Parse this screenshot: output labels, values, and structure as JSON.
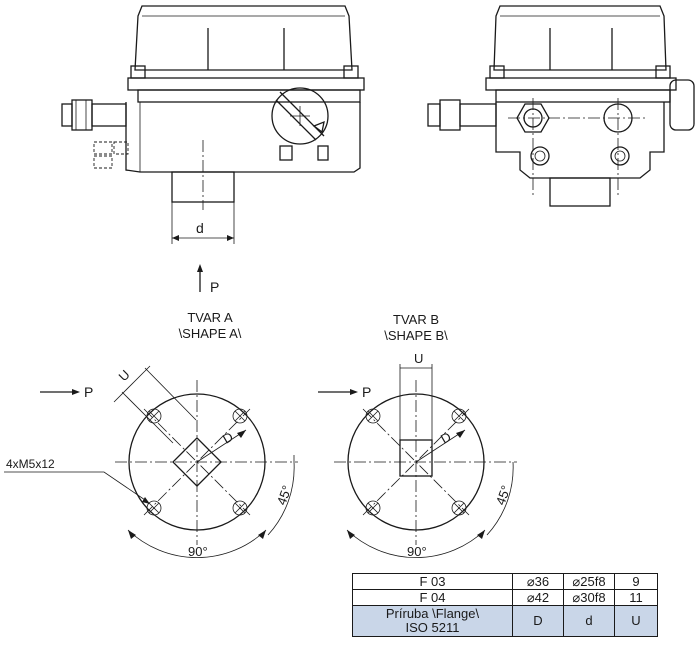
{
  "drawing": {
    "dimension_d": "d",
    "arrow_p": "P",
    "shape_a": {
      "title": "TVAR A",
      "subtitle": "\\SHAPE A\\",
      "dim_u": "U",
      "dim_d": "D",
      "angle_45": "45°",
      "angle_90": "90°",
      "bolt_callout": "4xM5x12",
      "arrow_p": "P"
    },
    "shape_b": {
      "title": "TVAR B",
      "subtitle": "\\SHAPE B\\",
      "dim_u": "U",
      "dim_d": "D",
      "angle_45": "45°",
      "angle_90": "90°",
      "arrow_p": "P"
    }
  },
  "table": {
    "rows": [
      {
        "flange": "F 03",
        "D": "⌀36",
        "d": "⌀25f8",
        "U": "9"
      },
      {
        "flange": "F 04",
        "D": "⌀42",
        "d": "⌀30f8",
        "U": "11"
      }
    ],
    "header": {
      "flange_line1": "Príruba \\Flange\\",
      "flange_line2": "ISO 5211",
      "D": "D",
      "d": "d",
      "U": "U"
    }
  },
  "colors": {
    "line": "#1a1a1a",
    "header_fill": "#c9d6e8"
  }
}
